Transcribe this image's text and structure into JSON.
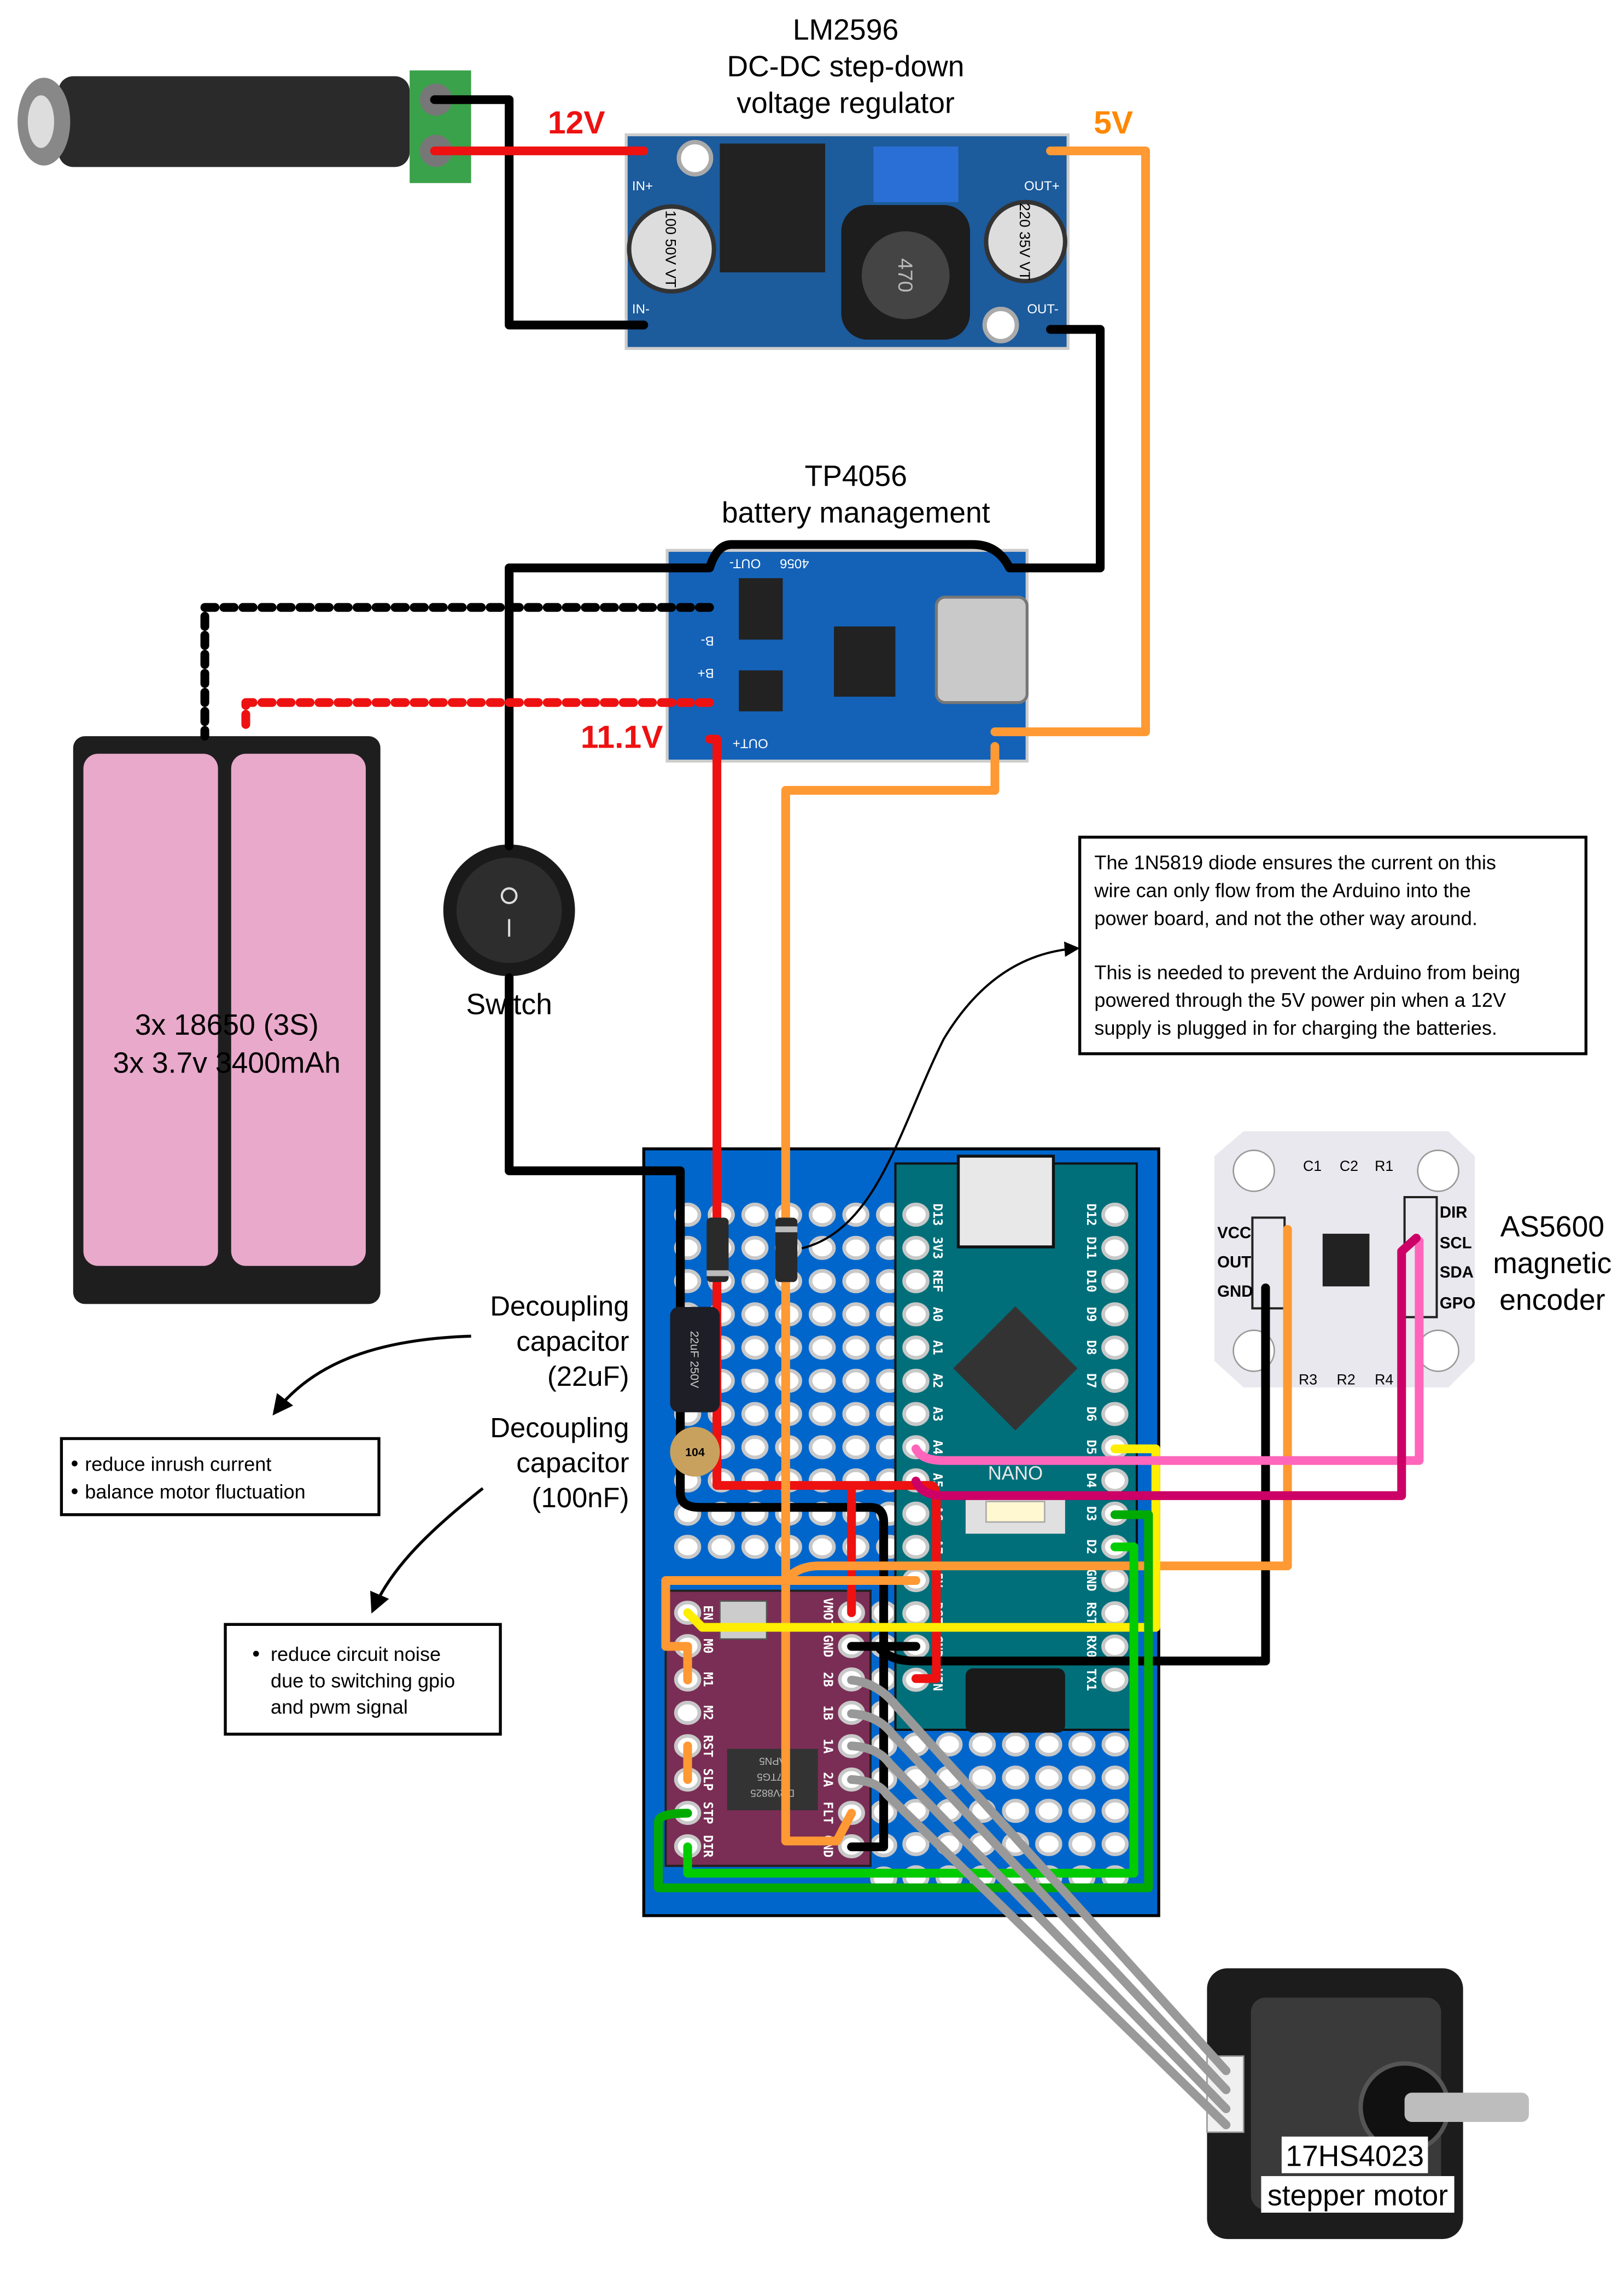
{
  "regulator": {
    "title_lines": [
      "LM2596",
      "DC-DC step-down",
      "voltage regulator"
    ],
    "pins": {
      "in_plus": "IN+",
      "in_minus": "IN-",
      "out_plus": "OUT+",
      "out_minus": "OUT-"
    },
    "input_cap": "100 50V VT",
    "output_cap": "220 35V VT",
    "inductor": "470"
  },
  "voltages": {
    "input": "12V",
    "regulated": "5V",
    "battery": "11.1V"
  },
  "charger": {
    "title_lines": [
      "TP4056",
      "battery management"
    ],
    "pins": {
      "out_minus": "OUT-",
      "b_minus": "B-",
      "b_plus": "B+",
      "out_plus": "OUT+"
    },
    "chip": "4056"
  },
  "battery": {
    "lines": [
      "3x 18650 (3S)",
      "3x 3.7v 3400mAh"
    ]
  },
  "switch": {
    "label": "Switch"
  },
  "diode_note": {
    "paragraphs": [
      [
        "The 1N5819 diode ensures the current on this",
        "wire can only flow from the Arduino into the",
        "power board, and not the other way around."
      ],
      [
        "This is needed to prevent the Arduino from being",
        "powered through the 5V power pin when a 12V",
        "supply is plugged in for charging the batteries."
      ]
    ]
  },
  "capacitors": [
    {
      "label_lines": [
        "Decoupling",
        "capacitor",
        "(22uF)"
      ],
      "marking": "22uF 250V",
      "notes": [
        "reduce inrush current",
        "balance motor fluctuation"
      ]
    },
    {
      "label_lines": [
        "Decoupling",
        "capacitor",
        "(100nF)"
      ],
      "marking": "104",
      "notes": [
        "reduce circuit noise",
        "due to switching gpio",
        "and pwm signal"
      ]
    }
  ],
  "arduino": {
    "board_label": "NANO",
    "left_pins": [
      "D13",
      "3V3",
      "REF",
      "A0",
      "A1",
      "A2",
      "A3",
      "A4",
      "A5",
      "A6",
      "A7",
      "5V",
      "RST",
      "GND",
      "VIN"
    ],
    "right_pins": [
      "D12",
      "D11",
      "D10",
      "D9",
      "D8",
      "D7",
      "D6",
      "D5",
      "D4",
      "D3",
      "D2",
      "GND",
      "RST",
      "RX0",
      "TX1"
    ]
  },
  "driver": {
    "left_pins": [
      "EN",
      "M0",
      "M1",
      "M2",
      "RST",
      "SLP",
      "STP",
      "DIR"
    ],
    "right_pins": [
      "VMOT",
      "GND",
      "2B",
      "1B",
      "1A",
      "2A",
      "FLT",
      "GND"
    ],
    "chip_lines": [
      "APN5",
      "47TG5",
      "DRV8825"
    ]
  },
  "encoder": {
    "title_lines": [
      "AS5600",
      "magnetic",
      "encoder"
    ],
    "left_pins": [
      "VCC",
      "OUT",
      "GND"
    ],
    "right_pins": [
      "DIR",
      "SCL",
      "SDA",
      "GPO"
    ],
    "parts_top": [
      "C1",
      "C2",
      "R1"
    ],
    "parts_bottom": [
      "R3",
      "R2",
      "R4"
    ]
  },
  "motor": {
    "label_lines": [
      "17HS4023",
      "stepper motor"
    ]
  },
  "colors": {
    "red": "#ee1111",
    "orange": "#ff9933",
    "black": "#000000",
    "yellow": "#ffee00",
    "pink": "#ff66bb",
    "magenta": "#cc0066",
    "green": "#00aa00",
    "green_light": "#00cc00",
    "gray": "#999999",
    "perfboard": "#0066cc",
    "nano": "#006f7a",
    "driver": "#7a2e55"
  }
}
